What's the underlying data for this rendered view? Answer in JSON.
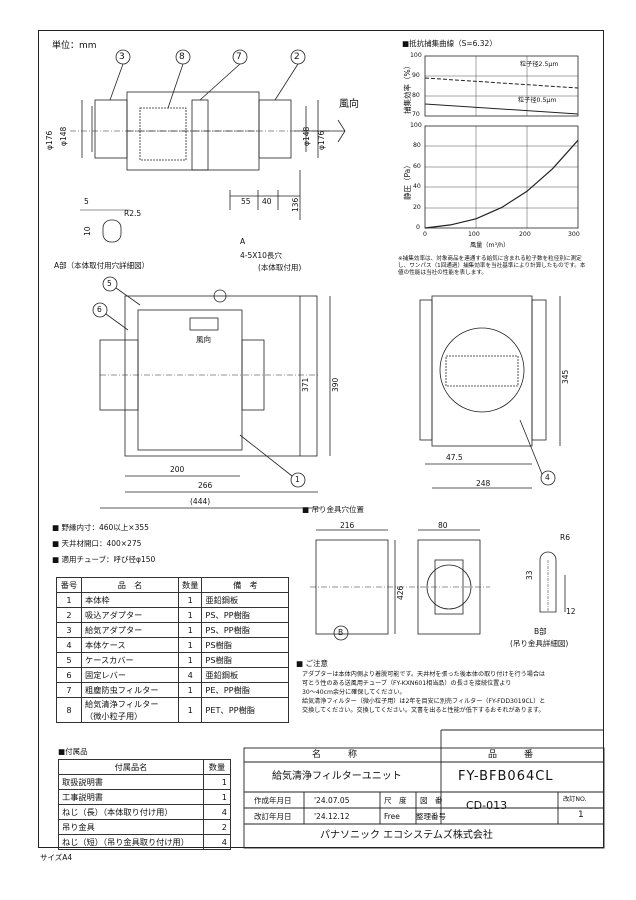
{
  "sheet": {
    "unit": "単位：mm",
    "size": "サイズA4"
  },
  "callouts": [
    "3",
    "8",
    "7",
    "2",
    "5",
    "6",
    "1",
    "4",
    "A",
    "B"
  ],
  "wind_label": "風向",
  "dims": {
    "d176_left": "φ176",
    "d148_left": "φ148",
    "d148_right": "φ148",
    "d176_right": "φ176",
    "five": "5",
    "r25": "R2.5",
    "ten": "10",
    "d55": "55",
    "d40": "40",
    "d136": "136",
    "d371": "371",
    "d390": "390",
    "d200": "200",
    "d266": "266",
    "d444": "(444)",
    "d345": "345",
    "d475": "47.5",
    "d248": "248",
    "d216": "216",
    "d80": "80",
    "d426": "426",
    "r6": "R6",
    "d33": "33",
    "d12": "12",
    "hole": "4-5X10長穴",
    "hole_sub": "(本体取付用)"
  },
  "labels": {
    "detail_a": "A部（本体取付用穴詳細図）",
    "hang_pos": "■ 吊り金具穴位置",
    "detail_b": "B部",
    "detail_b_sub": "(吊り金具詳細図)",
    "panel_wind": "風向"
  },
  "chart_data": [
    {
      "type": "line",
      "title": "■抵抗捕集曲線（S=6.32）",
      "ylabel": "捕集効率（%）",
      "ylim": [
        70,
        100
      ],
      "yticks": [
        "100",
        "90",
        "80",
        "70"
      ],
      "series": [
        {
          "name": "粒子径2.5μm",
          "style": "dashed",
          "x": [
            0,
            300
          ],
          "y": [
            89,
            84
          ]
        },
        {
          "name": "粒子径0.5μm",
          "style": "solid",
          "x": [
            0,
            300
          ],
          "y": [
            76,
            71
          ]
        }
      ]
    },
    {
      "type": "line",
      "ylabel": "静圧（Pa）",
      "xlabel": "風量（m³/h）",
      "ylim": [
        0,
        100
      ],
      "xlim": [
        0,
        300
      ],
      "yticks": [
        "100",
        "80",
        "60",
        "40",
        "20",
        "0"
      ],
      "xticks": [
        "0",
        "100",
        "200",
        "300"
      ],
      "series": [
        {
          "x": [
            0,
            50,
            100,
            150,
            200,
            250,
            300
          ],
          "y": [
            0,
            3,
            9,
            20,
            36,
            58,
            86
          ]
        }
      ]
    }
  ],
  "chart_note": "※捕集効率は、対象商品を連通する給気に含まれる粒子数を粒径別に測定し、ワンパス（1回通過）捕集効率を当社基準により計算したものです。本値の性能は当社の性能を表します。",
  "specs": [
    {
      "label": "■ 野縁内寸：460以上×355"
    },
    {
      "label": "■ 天井材開口：400×275"
    },
    {
      "label": "■ 適用チューブ：呼び径φ150"
    }
  ],
  "parts": {
    "headers": [
      "番号",
      "品　名",
      "数量",
      "備　考"
    ],
    "rows": [
      [
        "1",
        "本体枠",
        "1",
        "亜鉛鋼板"
      ],
      [
        "2",
        "吸込アダプター",
        "1",
        "PS、PP樹脂"
      ],
      [
        "3",
        "給気アダプター",
        "1",
        "PS、PP樹脂"
      ],
      [
        "4",
        "本体ケース",
        "1",
        "PS樹脂"
      ],
      [
        "5",
        "ケースカバー",
        "1",
        "PS樹脂"
      ],
      [
        "6",
        "固定レバー",
        "4",
        "亜鉛鋼板"
      ],
      [
        "7",
        "粗塵防虫フィルター",
        "1",
        "PE、PP樹脂"
      ],
      [
        "8",
        "給気清浄フィルター",
        "1",
        "PET、PP樹脂"
      ]
    ],
    "row8_sub": "（微小粒子用）"
  },
  "notes": {
    "title": "■ ご注意",
    "lines": [
      "アダプターは本体内側より着脱可能です。天井材を張った後本体の取り付けを行う場合は",
      "可とう性のある送風用チューブ（FY-KXN601相当品）の長さを接続位置より",
      "30～40cm余分に確保してください。",
      "給気清浄フィルター（微小粒子用）は2年を目安に別売フィルター（FY-FDD3019CL）と",
      "交換してください。交換してください。文書を出ると性能が低下するおそれがあります。"
    ]
  },
  "accessories": {
    "title": "■付属品",
    "headers": [
      "付属品名",
      "数量"
    ],
    "rows": [
      [
        "取扱説明書",
        "1"
      ],
      [
        "工事説明書",
        "1"
      ],
      [
        "ねじ（長）（本体取り付け用）",
        "4"
      ],
      [
        "吊り金具",
        "2"
      ],
      [
        "ねじ（短）（吊り金具取り付け用）",
        "4"
      ]
    ]
  },
  "titleblock": {
    "name_h": "名　　　称",
    "num_h": "品　　　番",
    "name": "給気清浄フィルターユニット",
    "num": "FY-BFB064CL",
    "created_l": "作成年月日",
    "created": "'24.07.05",
    "scale_l": "尺　度",
    "scale_v": "",
    "revised_l": "改訂年月日",
    "revised": "'24.12.12",
    "free": "Free",
    "drawing_l": "図　番",
    "drawing_no": "CD-013",
    "seq_l": "整理番号",
    "rev_l": "改訂NO.",
    "rev_no": "1",
    "company": "パナソニック エコシステムズ株式会社"
  }
}
